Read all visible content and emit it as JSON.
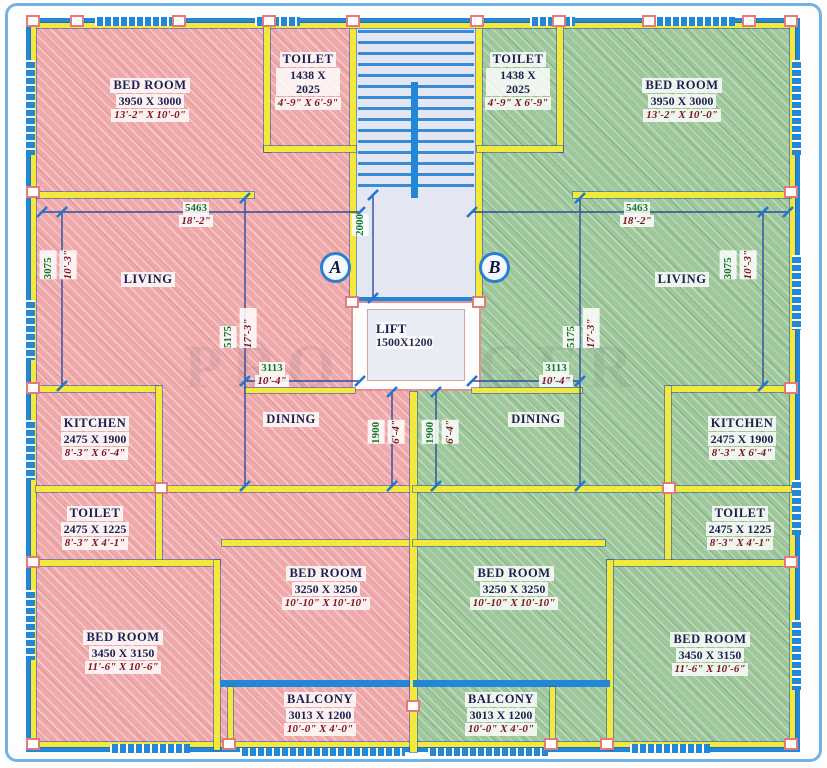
{
  "plan": {
    "watermark": "PROPTIGER",
    "core": {
      "lift_name": "LIFT",
      "lift_size": "1500X1200",
      "stair_depth_metric": "2000"
    },
    "units": {
      "a": {
        "marker": "A",
        "bedroom_top": {
          "name": "BED ROOM",
          "metric": "3950 X 3000",
          "imperial": "13'-2\" X 10'-0\""
        },
        "toilet_top": {
          "name": "TOILET",
          "metric": "1438 X 2025",
          "imperial": "4'-9\" X 6'-9\""
        },
        "living": {
          "name": "LIVING"
        },
        "kitchen": {
          "name": "KITCHEN",
          "metric": "2475 X 1900",
          "imperial": "8'-3\" X 6'-4\""
        },
        "toilet_mid": {
          "name": "TOILET",
          "metric": "2475 X 1225",
          "imperial": "8'-3\" X 4'-1\""
        },
        "dining": {
          "name": "DINING"
        },
        "bedroom_corner": {
          "name": "BED ROOM",
          "metric": "3450 X 3150",
          "imperial": "11'-6\" X 10'-6\""
        },
        "bedroom_mid": {
          "name": "BED ROOM",
          "metric": "3250 X 3250",
          "imperial": "10'-10\" X 10'-10\""
        },
        "balcony": {
          "name": "BALCONY",
          "metric": "3013 X 1200",
          "imperial": "10'-0\" X 4'-0\""
        },
        "dims": {
          "width": {
            "metric": "5463",
            "imperial": "18'-2\""
          },
          "living_h": {
            "metric": "3075",
            "imperial": "10'-3\""
          },
          "depth": {
            "metric": "5175",
            "imperial": "17'-3\""
          },
          "dining_w": {
            "metric": "3113",
            "imperial": "10'-4\""
          },
          "dining_h": {
            "metric": "1900",
            "imperial": "6'-4\""
          }
        }
      },
      "b": {
        "marker": "B",
        "bedroom_top": {
          "name": "BED ROOM",
          "metric": "3950 X 3000",
          "imperial": "13'-2\" X 10'-0\""
        },
        "toilet_top": {
          "name": "TOILET",
          "metric": "1438 X 2025",
          "imperial": "4'-9\" X 6'-9\""
        },
        "living": {
          "name": "LIVING"
        },
        "kitchen": {
          "name": "KITCHEN",
          "metric": "2475 X 1900",
          "imperial": "8'-3\" X 6'-4\""
        },
        "toilet_mid": {
          "name": "TOILET",
          "metric": "2475 X 1225",
          "imperial": "8'-3\" X 4'-1\""
        },
        "dining": {
          "name": "DINING"
        },
        "bedroom_corner": {
          "name": "BED ROOM",
          "metric": "3450 X 3150",
          "imperial": "11'-6\" X 10'-6\""
        },
        "bedroom_mid": {
          "name": "BED ROOM",
          "metric": "3250 X 3250",
          "imperial": "10'-10\" X 10'-10\""
        },
        "balcony": {
          "name": "BALCONY",
          "metric": "3013 X 1200",
          "imperial": "10'-0\" X 4'-0\""
        },
        "dims": {
          "width": {
            "metric": "5463",
            "imperial": "18'-2\""
          },
          "living_h": {
            "metric": "3075",
            "imperial": "10'-3\""
          },
          "depth": {
            "metric": "5175",
            "imperial": "17'-3\""
          },
          "dining_w": {
            "metric": "3113",
            "imperial": "10'-4\""
          },
          "dining_h": {
            "metric": "1900",
            "imperial": "6'-4\""
          }
        }
      }
    },
    "colors": {
      "unit_a_fill": "#efa9ab",
      "unit_b_fill": "#9ec79b",
      "wall_blue": "#2387d8",
      "wall_yellow": "#f2e93c",
      "dim_metric_text": "#157a2a",
      "dim_imperial_text": "#7c1420",
      "room_text": "#1c2050"
    }
  }
}
